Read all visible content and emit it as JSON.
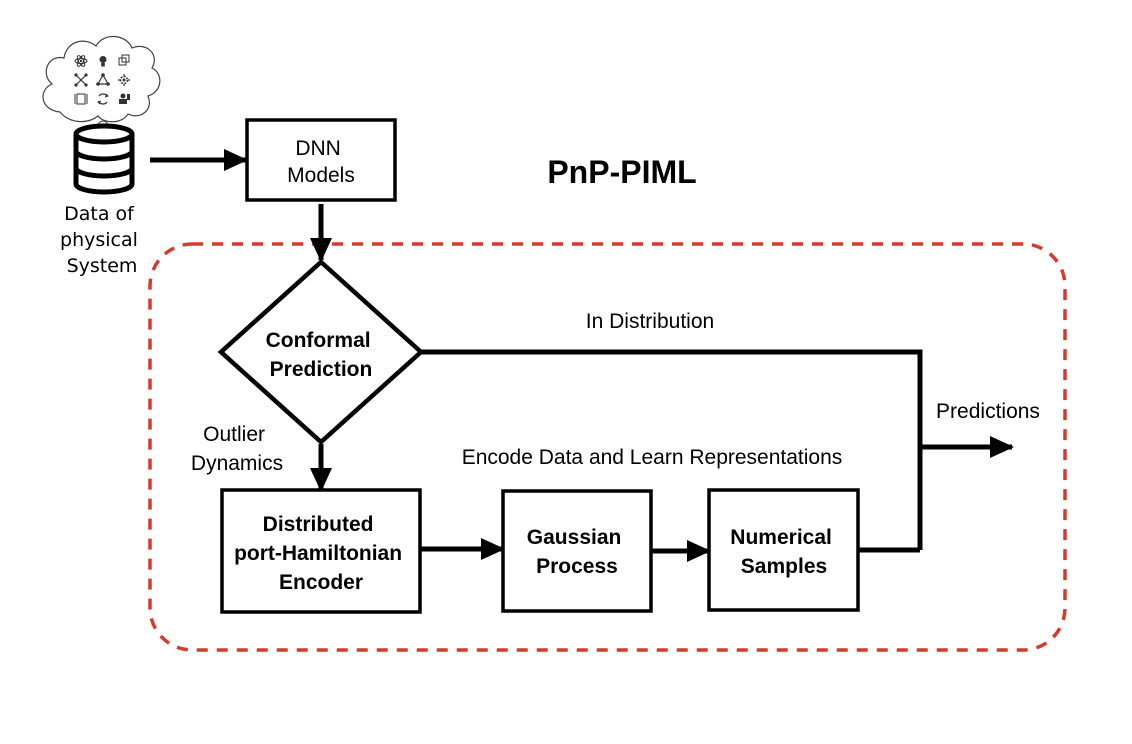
{
  "diagram": {
    "title": "PnP-PIML",
    "accent_color": "#d53a2c",
    "data_source": {
      "label_lines": [
        "Data of",
        "physical",
        "System"
      ],
      "icon": "database-icon",
      "thought_icons": [
        "atom-icon",
        "bulb-icon",
        "cube-icon",
        "network-icon",
        "molecule-icon",
        "gear-icon",
        "frame-icon",
        "recycle-icon",
        "person-icon"
      ]
    },
    "nodes": {
      "dnn": {
        "lines": [
          "DNN",
          "Models"
        ]
      },
      "conformal": {
        "lines": [
          "Conformal",
          "Prediction"
        ]
      },
      "encoder": {
        "lines": [
          "Distributed",
          "port-Hamiltonian",
          "Encoder"
        ]
      },
      "gaussian": {
        "lines": [
          "Gaussian",
          "Process"
        ]
      },
      "numerical": {
        "lines": [
          "Numerical",
          "Samples"
        ]
      }
    },
    "edge_labels": {
      "in_distribution": "In Distribution",
      "outlier": [
        "Outlier",
        "Dynamics"
      ],
      "encode": "Encode Data and Learn Representations",
      "predictions": "Predictions"
    }
  }
}
